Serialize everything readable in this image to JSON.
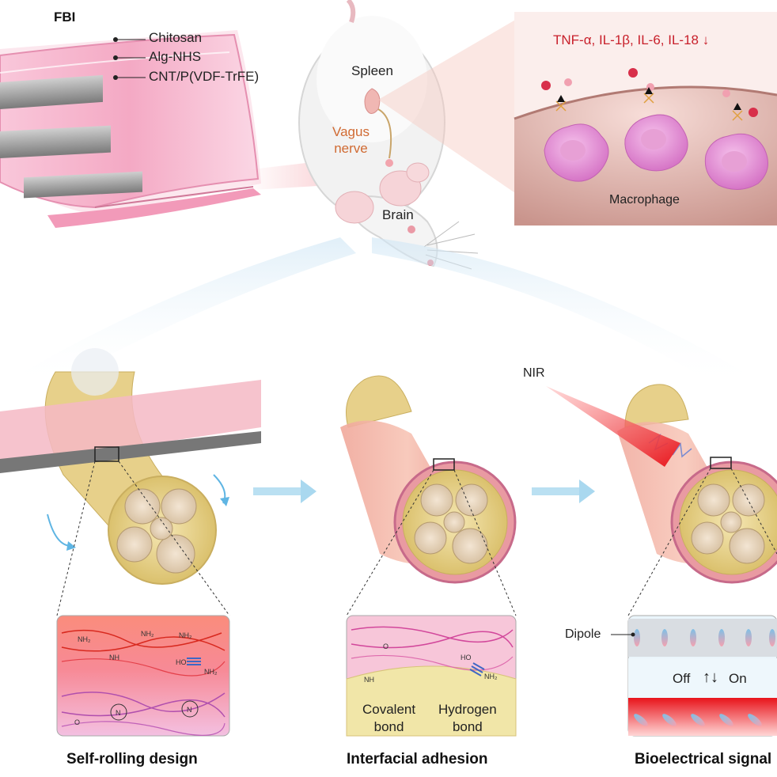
{
  "fbi": {
    "title": "FBI",
    "layers": [
      "Chitosan",
      "Alg-NHS",
      "CNT/P(VDF-TrFE)"
    ]
  },
  "organs": {
    "spleen": "Spleen",
    "vagus_line1": "Vagus",
    "vagus_line2": "nerve",
    "brain": "Brain"
  },
  "cytokines": {
    "text": "TNF-α, IL-1β, IL-6, IL-18",
    "arrow": "↓"
  },
  "macrophage_label": "Macrophage",
  "nir_label": "NIR",
  "panels": {
    "captions": [
      "Self-rolling design",
      "Interfacial adhesion",
      "Bioelectrical signal"
    ],
    "adhesion": {
      "covalent_line1": "Covalent",
      "covalent_line2": "bond",
      "hydrogen_line1": "Hydrogen",
      "hydrogen_line2": "bond"
    },
    "signal": {
      "dipole": "Dipole",
      "off": "Off",
      "on": "On",
      "switch_glyph": "↑↓"
    }
  },
  "chem_labels": {
    "amine": "NH₂",
    "amide": "NH",
    "hydroxyl": "HO",
    "oxygen": "O",
    "nitrogen": "N"
  },
  "colors": {
    "film_pink": "#f4a9c4",
    "film_gray": "#8f8f8f",
    "nerve_yellow": "#e7d08a",
    "macrophage": "#e08ad0",
    "cytokine_red": "#c8202b",
    "adhesion_pink": "#f7c6d9",
    "flow_arrow": "#a9d8ef",
    "nir_red": "#e8141b"
  }
}
